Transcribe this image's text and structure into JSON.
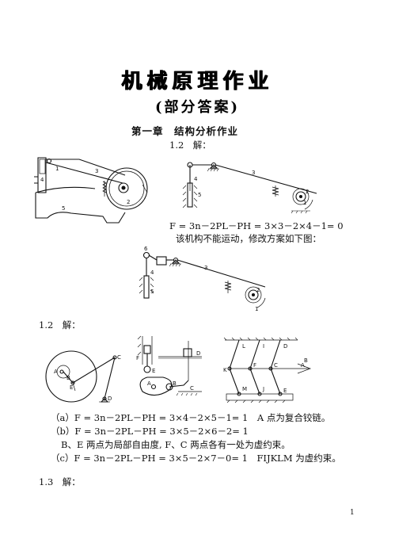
{
  "title": "机械原理作业",
  "subtitle": "(部分答案)",
  "chapter": "第一章　结构分析作业",
  "p1": {
    "heading": "1.2　解：",
    "formula": "F = 3n－2PL－PH = 3×3－2×4－1= 0",
    "note": "该机构不能运动，修改方案如下图："
  },
  "p2": {
    "heading": "1.2　解：",
    "a": "（a）F = 3n－2PL－PH = 3×4－2×5－1= 1　A 点为复合铰链。",
    "b": "（b）F = 3n－2PL－PH = 3×5－2×6－2= 1",
    "b_note": "B、E 两点为局部自由度, F、C 两点各有一处为虚约束。",
    "c": "（c）F = 3n－2PL－PH = 3×5－2×7－0= 1　FIJKLM 为虚约束。"
  },
  "p3": {
    "heading": "1.3　解："
  },
  "page_number": "1",
  "figure_labels": {
    "fig1": [
      "1",
      "2",
      "3",
      "4",
      "5"
    ],
    "fig2": [
      "1",
      "2",
      "3",
      "4",
      "5"
    ],
    "fig3": [
      "1",
      "2",
      "3",
      "4",
      "5",
      "6"
    ],
    "fig_a": [
      "A",
      "B",
      "C",
      "D",
      "E"
    ],
    "fig_b": [
      "A",
      "B",
      "C",
      "D",
      "E",
      "F"
    ],
    "fig_c": [
      "A",
      "B",
      "C",
      "D",
      "E",
      "F",
      "I",
      "J",
      "K",
      "L",
      "M"
    ]
  }
}
